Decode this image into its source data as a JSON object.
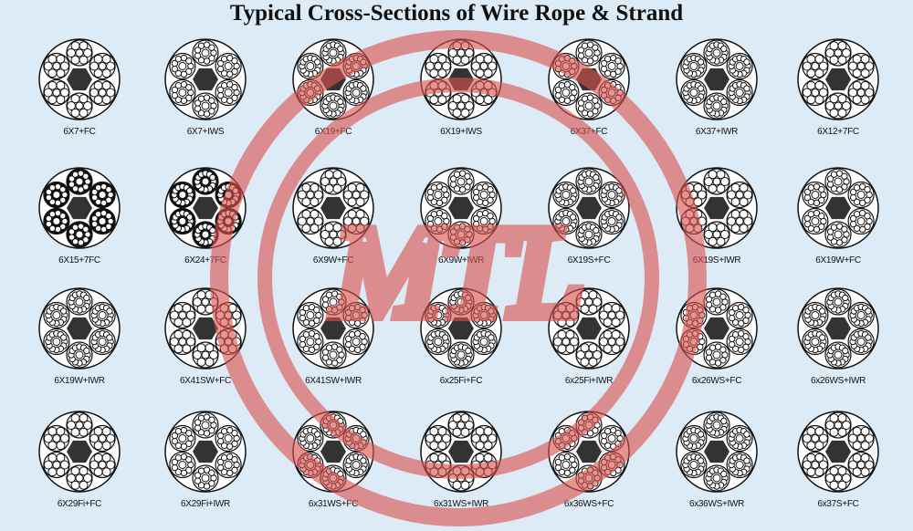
{
  "title": "Typical Cross-Sections of Wire Rope & Strand",
  "watermark": {
    "text": "MTL",
    "color": "#d9534f"
  },
  "rows": [
    [
      "6X7+FC",
      "6X7+IWS",
      "6X19+FC",
      "6X19+IWS",
      "6X37+FC",
      "6X37+IWR",
      "6X12+7FC"
    ],
    [
      "6X15+7FC",
      "6X24+7FC",
      "6X9W+FC",
      "6X9W+IWR",
      "6X19S+FC",
      "6X19S+IWR",
      "6X19W+FC"
    ],
    [
      "6X19W+IWR",
      "6X41SW+FC",
      "6X41SW+IWR",
      "6x25Fi+FC",
      "6x25Fi+IWR",
      "6x26WS+FC",
      "6x26WS+IWR"
    ],
    [
      "6X29Fi+FC",
      "6X29Fi+IWR",
      "6x31WS+FC",
      "6x31WS+IWR",
      "6x36WS+FC",
      "6x36WS+IWR",
      "6x37S+FC"
    ]
  ]
}
